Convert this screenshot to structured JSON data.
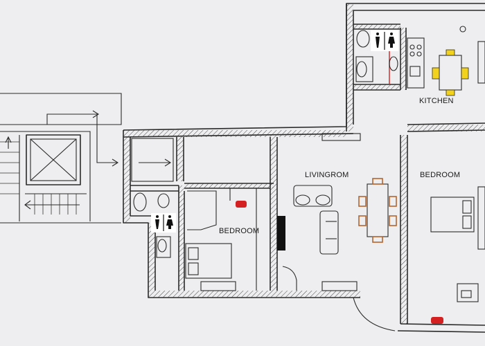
{
  "plan": {
    "rooms": [
      {
        "id": "kitchen",
        "label": "KITCHEN"
      },
      {
        "id": "livingroom",
        "label": "LIVINGROM"
      },
      {
        "id": "bedroom-right",
        "label": "BEDROOM"
      },
      {
        "id": "bedroom-middle",
        "label": "BEDROOM"
      }
    ],
    "icons": [
      "toilet-sign-icon",
      "arrow-icon",
      "stair-icon",
      "elevator-icon",
      "door-icon",
      "bed-icon",
      "sofa-icon",
      "dining-table-icon",
      "chair-icon",
      "fireplace-icon"
    ],
    "colors": {
      "paper": "#eeeef0",
      "ink": "#2a2a2a",
      "table_brown": "#b5652e",
      "chair_yellow": "#f2d21c",
      "accent_red": "#d42020"
    }
  }
}
